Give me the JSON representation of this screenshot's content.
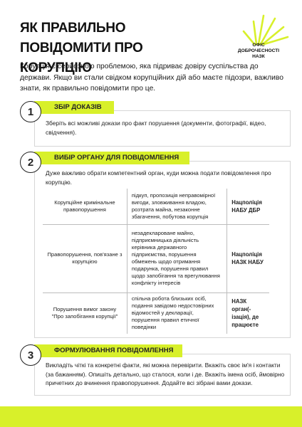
{
  "title": "ЯК ПРАВИЛЬНО ПОВІДОМИТИ ПРО КОРУПЦІЮ",
  "logo": {
    "line1": "ОФІС",
    "line2": "ДОБРОЧЕСНОСТІ",
    "line3": "НАЗК"
  },
  "intro": "Корупція є серйозною проблемою, яка підриває довіру суспільства до держави. Якщо ви стали свідком корупційних дій або маєте підозри, важливо знати, як правильно повідомити про це.",
  "steps": [
    {
      "number": "1",
      "heading": "ЗБІР ДОКАЗІВ",
      "text": "Зберіть всі можливі докази про факт порушення (документи, фотографії, відео, свідчення)."
    },
    {
      "number": "2",
      "heading": "ВИБІР ОРГАНУ ДЛЯ ПОВІДОМЛЕННЯ",
      "text": "Дуже важливо обрати компетентний орган, куди можна подати повідомлення про корупцію.",
      "table": [
        {
          "type": "Корупційне кримінальне правопорушення",
          "examples": "підкуп, пропозиція неправомірної вигоди, зловживання владою, розтрата майна, незаконне збагачення, побутова корупція",
          "authority": "Нацполіція НАБУ ДБР"
        },
        {
          "type": "Правопорушення, пов'язане з корупцією",
          "examples": "незадеклароване майно, підприємницька діяльність керівника державного підприємства, порушення обмежень щодо отримання подарунка, порушення правил щодо запобігання та врегулювання конфлікту інтересів",
          "authority": "Нацполіція НАЗК НАБУ"
        },
        {
          "type": "Порушення вимог закону \"Про запобігання корупції\"",
          "examples": "спільна робота близьких осіб, подання завідомо недостовірних відомостей у декларації, порушення правил етичної поведінки",
          "authority": "НАЗК орган(-ізація), де працюєте"
        }
      ]
    },
    {
      "number": "3",
      "heading": "ФОРМУЛЮВАННЯ ПОВІДОМЛЕННЯ",
      "text": "Викладіть чіткі та конкретні факти, які можна перевірити. Вкажіть своє ім'я і контакти (за бажанням). Опишіть детально, що сталося, коли і де. Вкажіть імена осіб, ймовірно причетних до вчинення правопорушення. Додайте всі зібрані вами докази."
    }
  ],
  "colors": {
    "accent": "#d8f02a",
    "text": "#1a1a1a",
    "border": "#d6d6d6"
  }
}
